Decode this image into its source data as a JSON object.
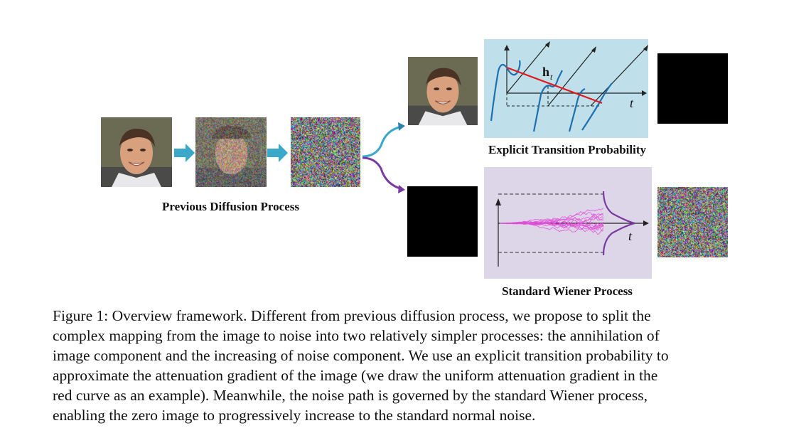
{
  "labels": {
    "previous": "Previous Diffusion Process",
    "explicit": "Explicit Transition Probability",
    "wiener": "Standard Wiener Process",
    "ht_symbol": "h",
    "ht_sub": "t",
    "t_axis_top": "t",
    "t_axis_bottom": "t"
  },
  "caption": {
    "lines": [
      "Figure 1: Overview framework. Different from previous diffusion process, we propose to split the",
      "complex mapping from the image to noise into two relatively simpler processes: the annihilation of",
      "image component and the increasing of noise component. We use an explicit transition probability to",
      "approximate the attenuation gradient of the image (we draw the uniform attenuation gradient in the",
      "red curve as an example). Meanwhile, the noise path is governed by the standard Wiener process,",
      "enabling the zero image to progressively increase to the standard normal noise."
    ]
  },
  "colors": {
    "arrow_cyan": "#3aa8c8",
    "top_panel_bg": "#bfe0ea",
    "bottom_panel_bg": "#ddd6e8",
    "red_curve": "#e0191f",
    "blue_curve": "#1f6fb0",
    "magenta": "#e04fd8",
    "purple": "#7a3aa0"
  }
}
